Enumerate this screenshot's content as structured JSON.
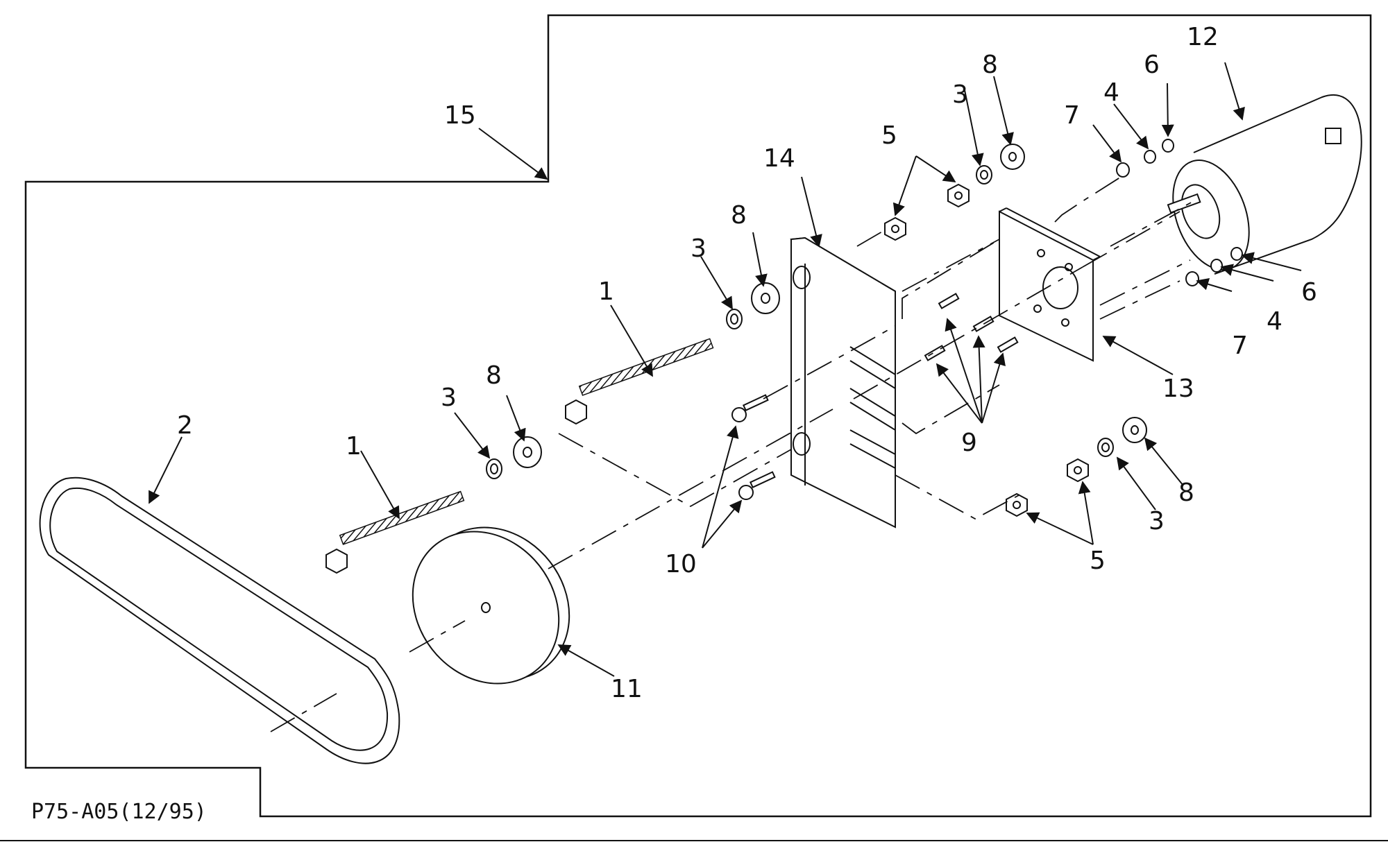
{
  "drawing_code": "P75-A05(12/95)",
  "labels": {
    "n1": "1",
    "n2": "2",
    "n3": "3",
    "n4": "4",
    "n5": "5",
    "n6": "6",
    "n7": "7",
    "n8": "8",
    "n9": "9",
    "n10": "10",
    "n11": "11",
    "n12": "12",
    "n13": "13",
    "n14": "14",
    "n15": "15"
  }
}
